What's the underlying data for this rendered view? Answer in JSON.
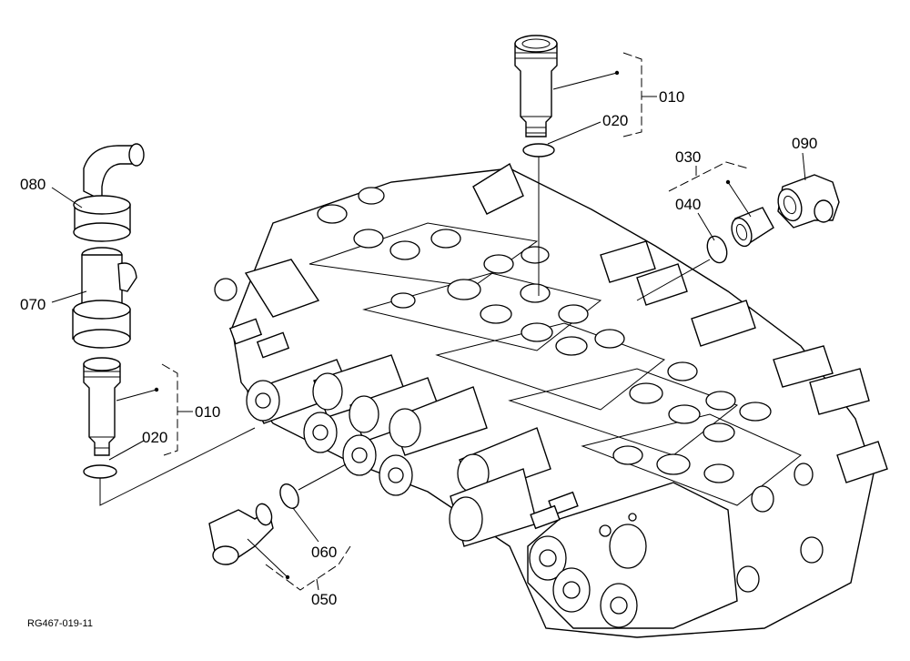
{
  "drawing_ref": "RG467-019-11",
  "callouts": {
    "c010_top": "010",
    "c020_top": "020",
    "c030": "030",
    "c040": "040",
    "c090": "090",
    "c080": "080",
    "c070": "070",
    "c010_left": "010",
    "c020_left": "020",
    "c060": "060",
    "c050": "050"
  }
}
